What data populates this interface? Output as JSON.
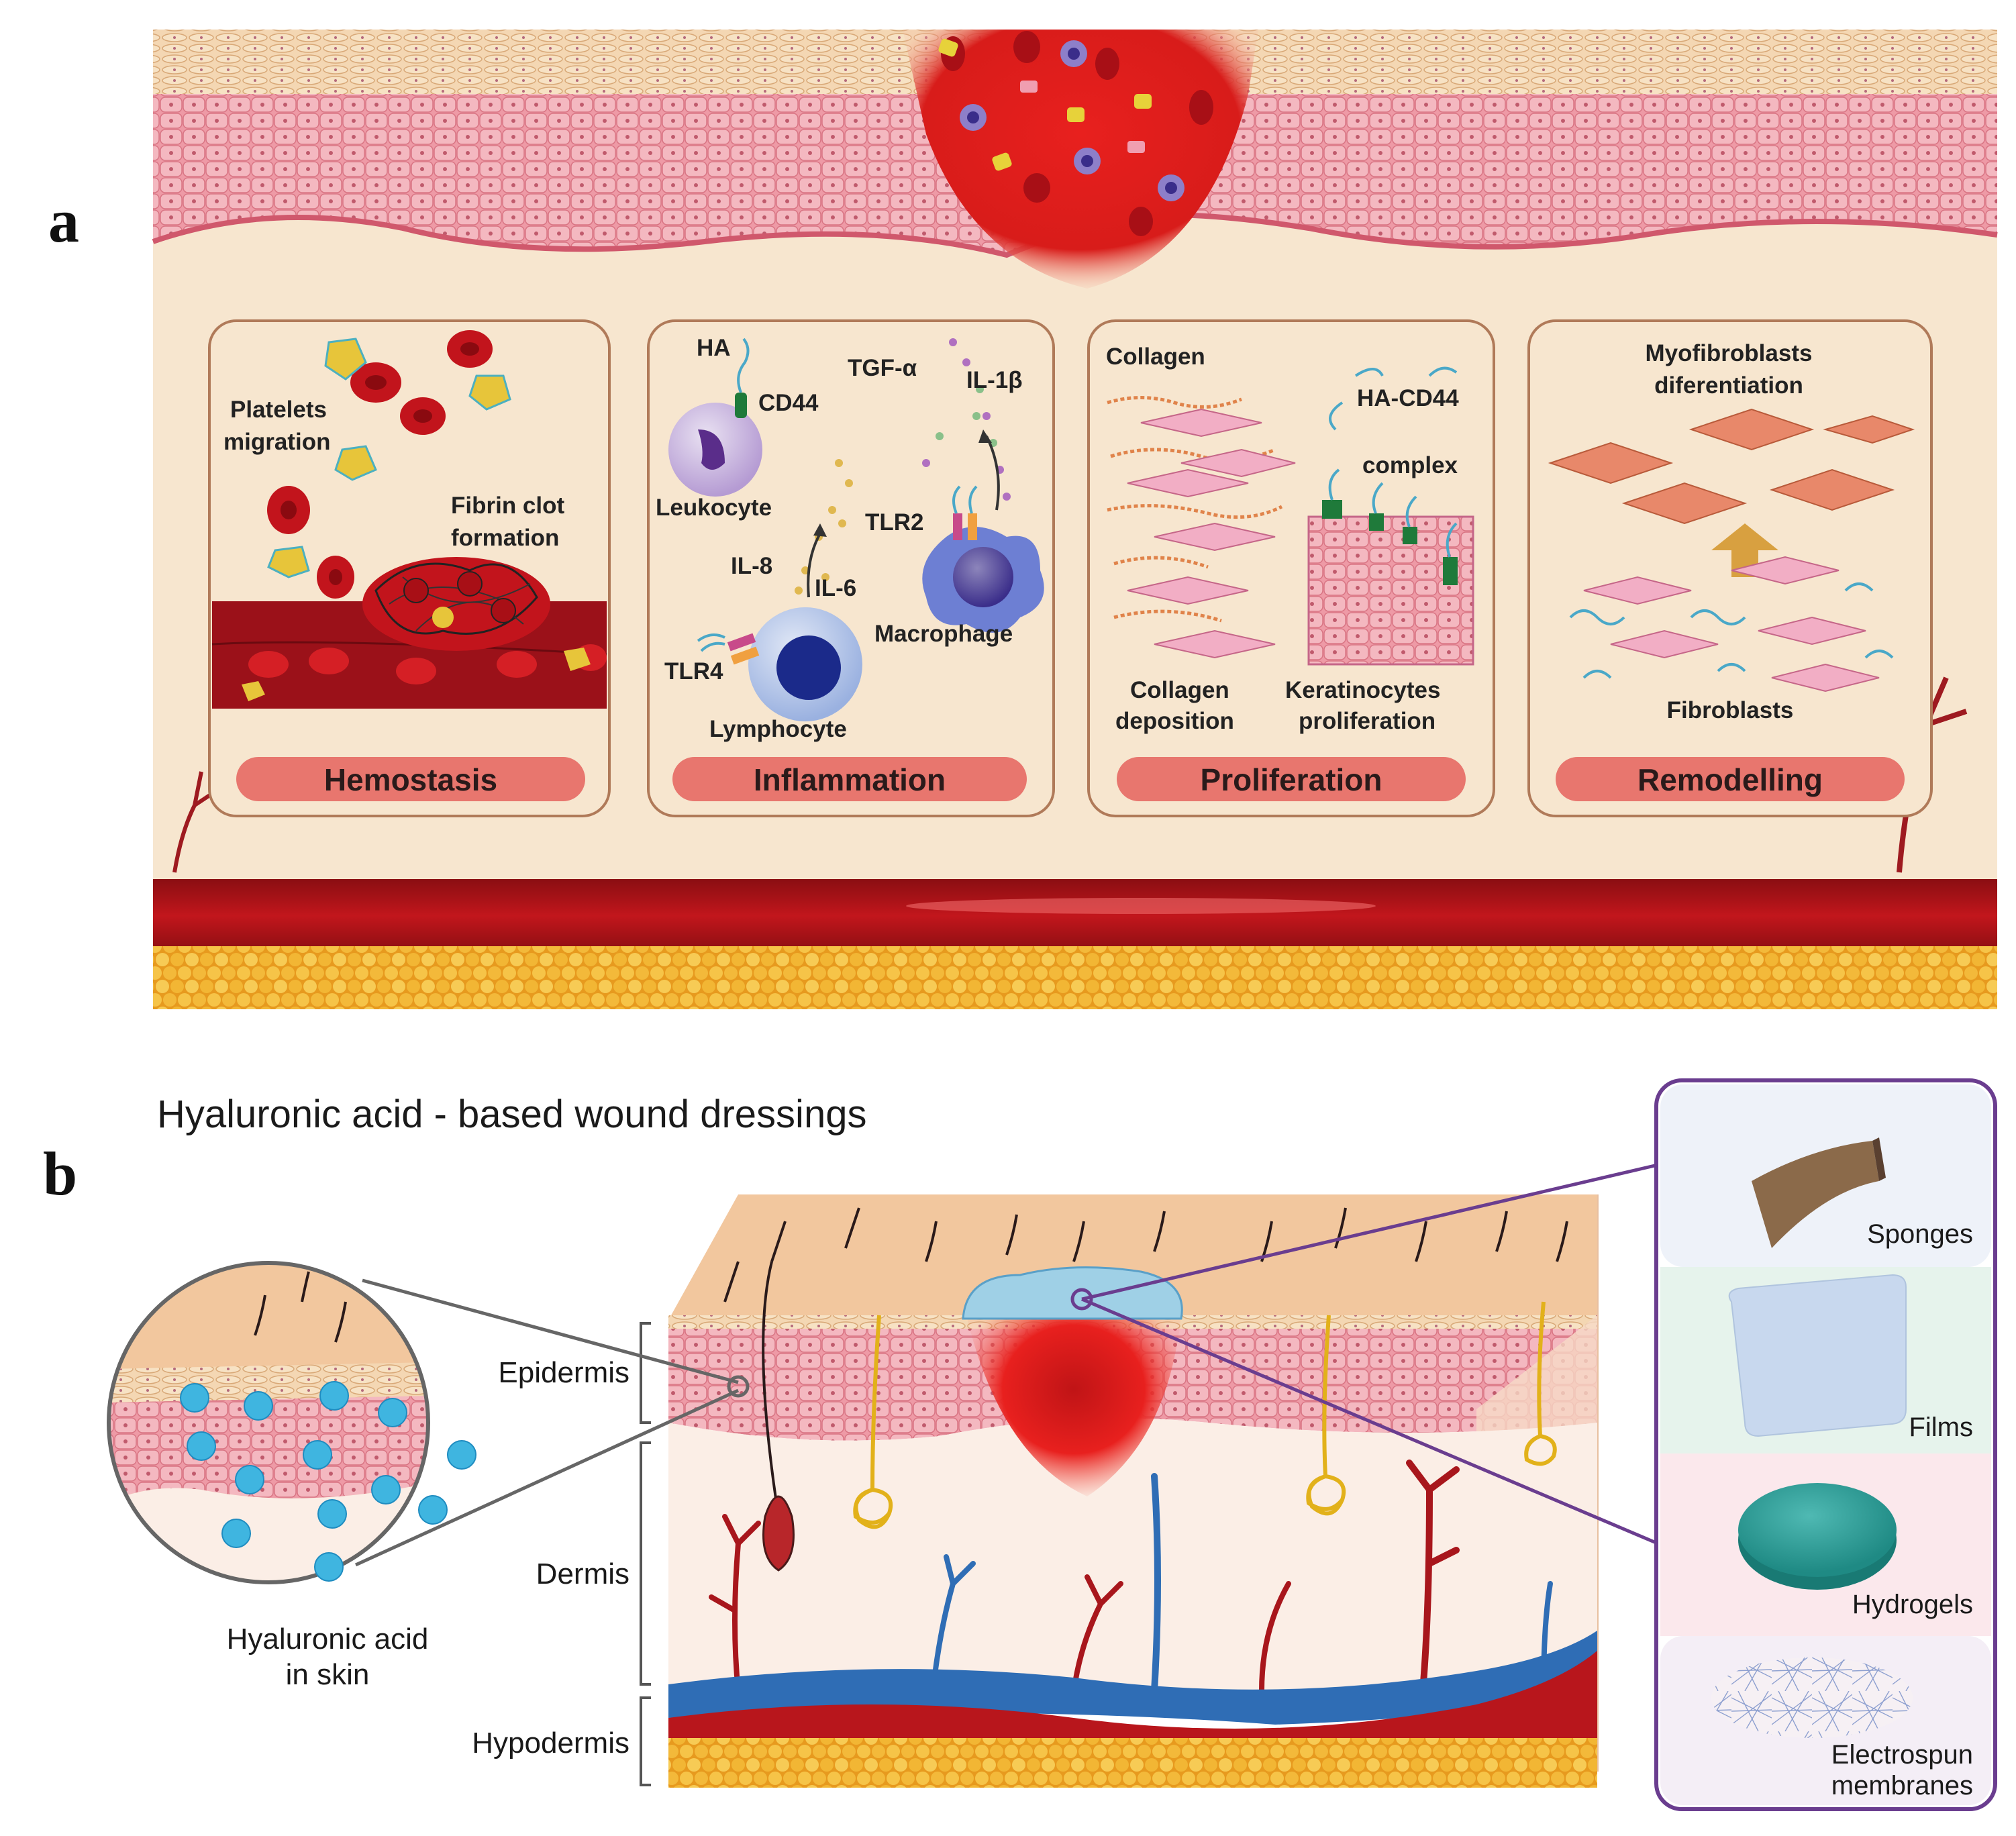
{
  "panel_a": {
    "letter": "a",
    "phases": [
      {
        "label": "Hemostasis",
        "notes": [
          "Platelets",
          "migration",
          "Fibrin clot",
          "formation"
        ]
      },
      {
        "label": "Inflammation",
        "notes": [
          "HA",
          "CD44",
          "Leukocyte",
          "TGF-α",
          "IL-1β",
          "TLR2",
          "IL-8",
          "IL-6",
          "TLR4",
          "Macrophage",
          "Lymphocyte"
        ]
      },
      {
        "label": "Proliferation",
        "notes": [
          "Collagen",
          "HA-CD44",
          "complex",
          "Collagen",
          "deposition",
          "Keratinocytes",
          "proliferation"
        ]
      },
      {
        "label": "Remodelling",
        "notes": [
          "Myofibroblasts",
          "diferentiation",
          "Fibroblasts"
        ]
      }
    ]
  },
  "panel_b": {
    "letter": "b",
    "title": "Hyaluronic acid - based wound dressings",
    "layers": [
      "Epidermis",
      "Dermis",
      "Hypodermis"
    ],
    "inset_caption": [
      "Hyaluronic acid",
      "in skin"
    ],
    "dressings": [
      "Sponges",
      "Films",
      "Hydrogels",
      "Electrospun",
      "membranes"
    ]
  },
  "colors": {
    "skin_pink": "#e8828f",
    "dermis_cream": "#f7e6cf",
    "blood_red": "#b3141c",
    "fat_yellow": "#f2b634",
    "phase_label": "#e8766e",
    "inset_border": "#6a3d8f",
    "vein_blue": "#2f6db5"
  }
}
